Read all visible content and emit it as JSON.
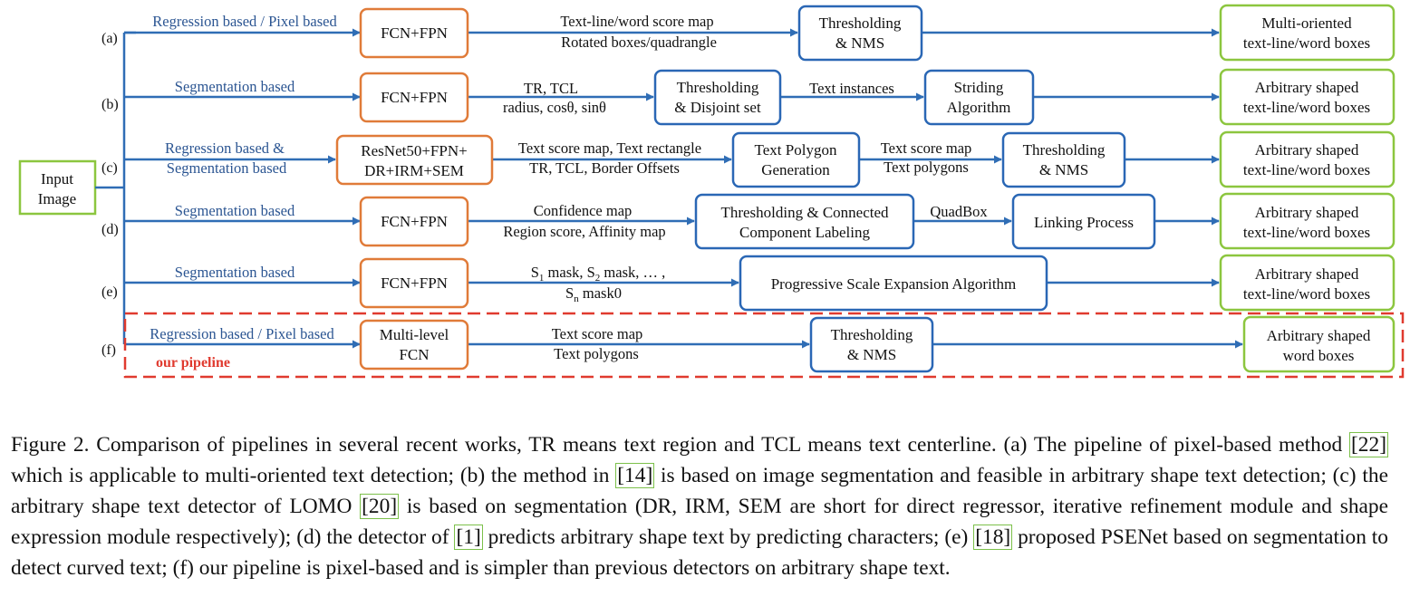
{
  "input": {
    "line1": "Input",
    "line2": "Image"
  },
  "rows": {
    "a": {
      "marker": "(a)",
      "branch": "Regression based / Pixel based",
      "box1": [
        "FCN+FPN"
      ],
      "lbl1": [
        "Text-line/word score map",
        "Rotated boxes/quadrangle"
      ],
      "box2": [
        "Thresholding",
        "& NMS"
      ],
      "out": [
        "Multi-oriented",
        "text-line/word boxes"
      ]
    },
    "b": {
      "marker": "(b)",
      "branch": "Segmentation based",
      "box1": [
        "FCN+FPN"
      ],
      "lbl1": [
        "TR, TCL",
        "radius, cosθ, sinθ"
      ],
      "box2": [
        "Thresholding",
        "& Disjoint set"
      ],
      "lbl2": [
        "Text instances"
      ],
      "box3": [
        "Striding",
        "Algorithm"
      ],
      "out": [
        "Arbitrary shaped",
        "text-line/word boxes"
      ]
    },
    "c": {
      "marker": "(c)",
      "branch": [
        "Regression based &",
        "Segmentation based"
      ],
      "box1": [
        "ResNet50+FPN+",
        "DR+IRM+SEM"
      ],
      "lbl1": [
        "Text score map, Text rectangle",
        "TR, TCL, Border Offsets"
      ],
      "box2": [
        "Text Polygon",
        "Generation"
      ],
      "lbl2": [
        "Text score map",
        "Text polygons"
      ],
      "box3": [
        "Thresholding",
        "& NMS"
      ],
      "out": [
        "Arbitrary shaped",
        "text-line/word boxes"
      ]
    },
    "d": {
      "marker": "(d)",
      "branch": "Segmentation based",
      "box1": [
        "FCN+FPN"
      ],
      "lbl1": [
        "Confidence map",
        "Region score,  Affinity map"
      ],
      "box2": [
        "Thresholding & Connected",
        "Component Labeling"
      ],
      "lbl2": [
        "QuadBox"
      ],
      "box3": [
        "Linking Process"
      ],
      "out": [
        "Arbitrary shaped",
        "text-line/word boxes"
      ]
    },
    "e": {
      "marker": "(e)",
      "branch": "Segmentation based",
      "box1": [
        "FCN+FPN"
      ],
      "lbl1a": "S",
      "lbl1a_sub": "1",
      "lbl1b": " mask, S",
      "lbl1b_sub": "2",
      "lbl1c": " mask, … ,",
      "lbl1d": "S",
      "lbl1d_sub": "n",
      "lbl1e": " mask0",
      "box2": [
        "Progressive Scale Expansion Algorithm"
      ],
      "out": [
        "Arbitrary shaped",
        "text-line/word boxes"
      ]
    },
    "f": {
      "marker": "(f)",
      "branch": "Regression based / Pixel based",
      "box1": [
        "Multi-level",
        "FCN"
      ],
      "lbl1": [
        "Text score map",
        "Text polygons"
      ],
      "box2": [
        "Thresholding",
        "& NMS"
      ],
      "out": [
        "Arbitrary shaped",
        "word boxes"
      ],
      "tag": "our pipeline"
    }
  },
  "caption": {
    "p1": "Figure 2. Comparison of pipelines in several recent works, TR means text region and TCL means text centerline.  (a) The pipeline of pixel-based method ",
    "r1": "[22]",
    "p2": " which is applicable to multi-oriented text detection; (b) the method in ",
    "r2": "[14]",
    "p3": " is based on image segmentation and feasible in arbitrary shape text detection; (c) the arbitrary shape text detector of LOMO ",
    "r3": "[20]",
    "p4": " is based on segmentation (DR, IRM, SEM are short for direct regressor, iterative refinement module and shape expression module respectively); (d) the detector of ",
    "r4": "[1]",
    "p5": " predicts arbitrary shape text by predicting characters; (e) ",
    "r5": "[18]",
    "p6": " proposed PSENet based on segmentation to detect curved text; (f) our pipeline is pixel-based and is simpler than previous detectors on arbitrary shape text."
  },
  "colors": {
    "arrow": "#2f6db5",
    "branch_text": "#2b5592",
    "model_box": "#e07b39",
    "process_box": "#2a67b5",
    "output_box": "#8cc63f",
    "highlight": "#e03a2f"
  }
}
